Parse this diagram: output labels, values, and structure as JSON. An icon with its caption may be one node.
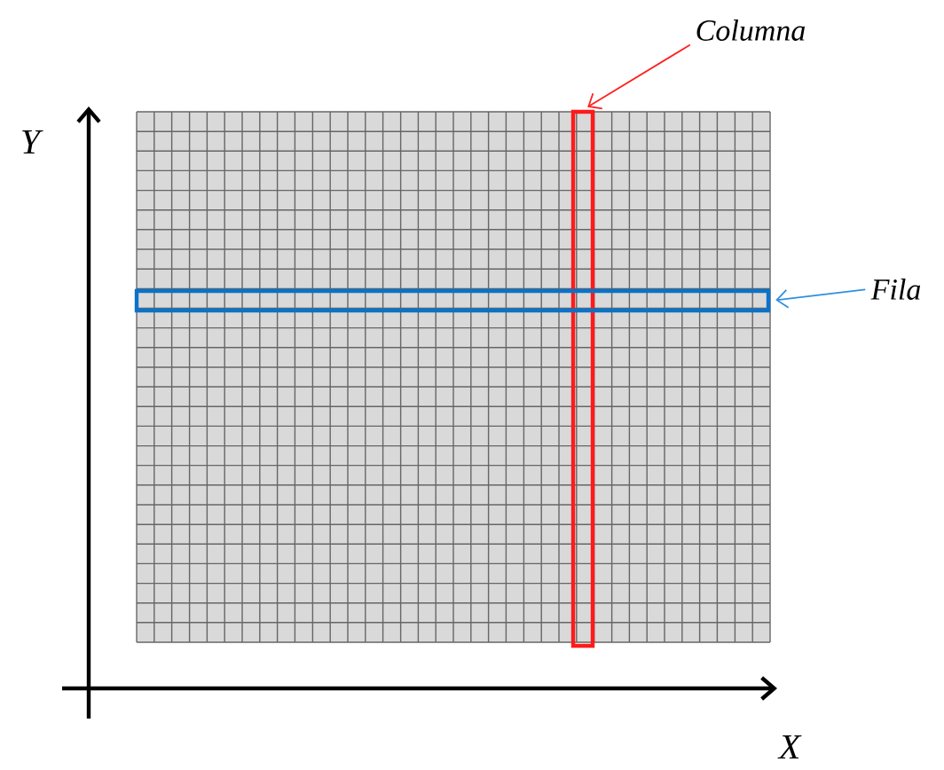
{
  "diagram": {
    "nodes": [
      {
        "text": [
          "Columna"
        ]
      },
      {
        "text": [],
        "shape": "box"
      },
      {
        "text": [
          "Fila"
        ]
      },
      {
        "text": [],
        "shape": "box"
      }
    ],
    "edges": [
      {
        "from": 0,
        "to": 1,
        "arrow": "to",
        "color": "#ff2020"
      },
      {
        "from": 2,
        "to": 3,
        "arrow": "to",
        "color": "#2f8fe0"
      }
    ],
    "labels": [
      "Y",
      "X"
    ]
  }
}
